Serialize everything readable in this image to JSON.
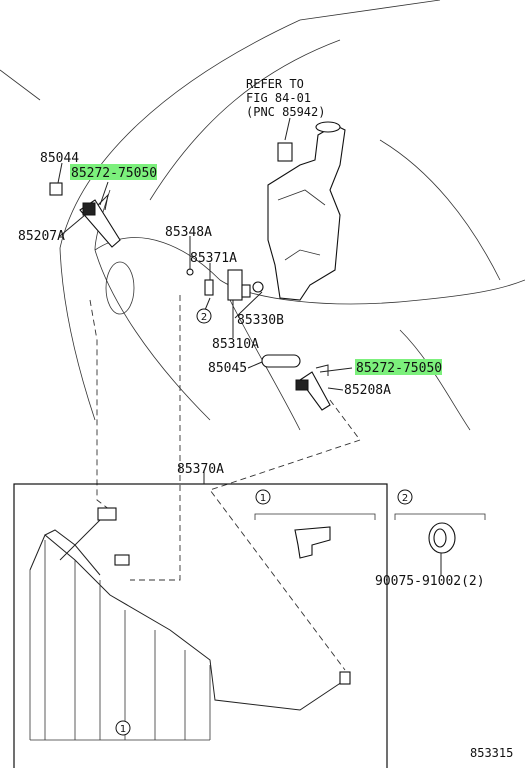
{
  "refer": {
    "line1": "REFER TO",
    "line2": "FIG 84-01",
    "line3": "(PNC 85942)"
  },
  "labels": {
    "p85044": "85044",
    "p85272_top": "85272-75050",
    "p85207A": "85207A",
    "p85348A": "85348A",
    "p85371A": "85371A",
    "p85330B": "85330B",
    "p85310A": "85310A",
    "p85045": "85045",
    "p85272_right": "85272-75050",
    "p85208A": "85208A",
    "p85370A": "85370A",
    "p90075": "90075-91002(2)",
    "fig_code": "853315"
  },
  "callouts": {
    "c1": "1",
    "c2": "2"
  },
  "colors": {
    "highlight": "#7CF07C",
    "line": "#222222"
  }
}
